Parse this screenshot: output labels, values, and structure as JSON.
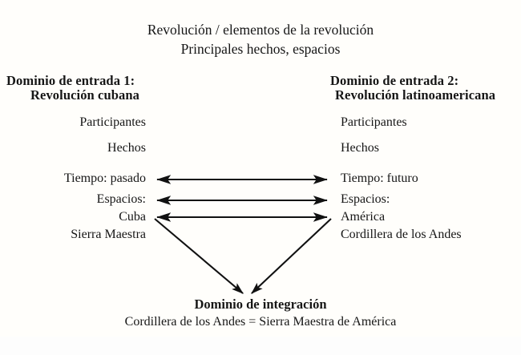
{
  "title": {
    "line1": "Revolución / elementos de la revolución",
    "line2": "Principales hechos, espacios"
  },
  "input_domain_1": {
    "heading": "Dominio de entrada 1:",
    "subheading": "Revolución cubana",
    "items": [
      "Participantes",
      "Hechos",
      "Tiempo: pasado",
      "Espacios:",
      "Cuba",
      "Sierra Maestra"
    ]
  },
  "input_domain_2": {
    "heading": "Dominio de entrada 2:",
    "subheading": "Revolución latinoamericana",
    "items": [
      "Participantes",
      "Hechos",
      "Tiempo: futuro",
      "Espacios:",
      "América",
      "Cordillera de los Andes"
    ]
  },
  "integration_domain": {
    "heading": "Dominio de integración",
    "formula": "Cordillera de los Andes = Sierra Maestra de América"
  },
  "connections": {
    "mapping_arrow_count": 3,
    "projection_arrow_count": 2,
    "mapping_labels": [
      "Tiempo: pasado ↔ Tiempo: futuro",
      "Espacios: ↔ Espacios:",
      "Cuba ↔ América"
    ]
  },
  "colors": {
    "background": "#fffefb",
    "text": "#161616",
    "stroke": "#111111"
  }
}
